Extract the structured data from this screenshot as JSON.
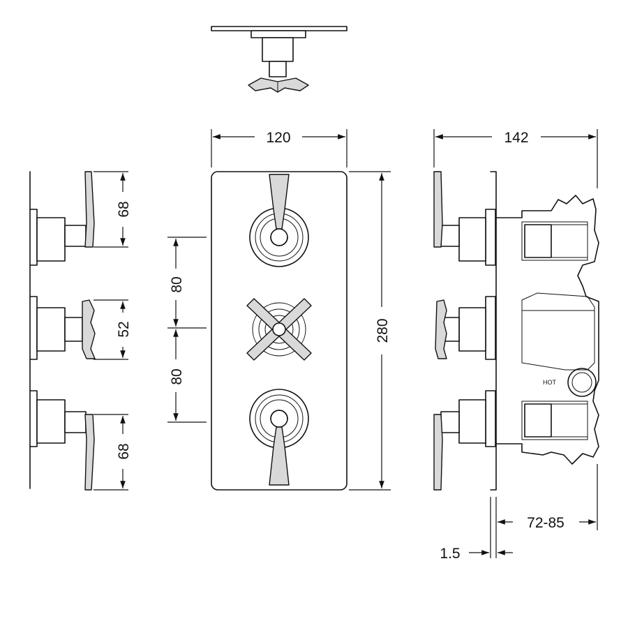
{
  "dimensions": {
    "front_width": "120",
    "front_height": "280",
    "side_width": "142",
    "handle_upper": "68",
    "handle_middle": "52",
    "handle_lower": "68",
    "spacing_upper": "80",
    "spacing_lower": "80",
    "depth": "72-85",
    "plate": "1.5"
  },
  "labels": {
    "hot": "HOT"
  }
}
